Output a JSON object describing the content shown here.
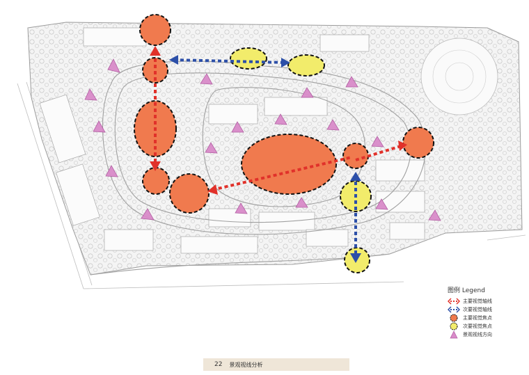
{
  "legend": {
    "title": "图例 Legend",
    "items": [
      {
        "label": "主要视觉轴线",
        "icon": "red-dashed-arrow-icon",
        "color": "#e1312a"
      },
      {
        "label": "次要视觉轴线",
        "icon": "blue-dashed-arrow-icon",
        "color": "#2c4fa8"
      },
      {
        "label": "主要视觉焦点",
        "icon": "orange-circle-icon",
        "color": "#f07a4e"
      },
      {
        "label": "次要视觉焦点",
        "icon": "yellow-circle-icon",
        "color": "#f2ec6b"
      },
      {
        "label": "景观视线方向",
        "icon": "pink-view-cone-icon",
        "color": "#d98bc9"
      }
    ]
  },
  "footer": {
    "page_number": "22",
    "title": "景观视线分析"
  },
  "colors": {
    "primary_axis": "#e1312a",
    "secondary_axis": "#2c4fa8",
    "primary_focus": "#f07a4e",
    "secondary_focus": "#f2ec6b",
    "view_direction": "#d98bc9"
  }
}
